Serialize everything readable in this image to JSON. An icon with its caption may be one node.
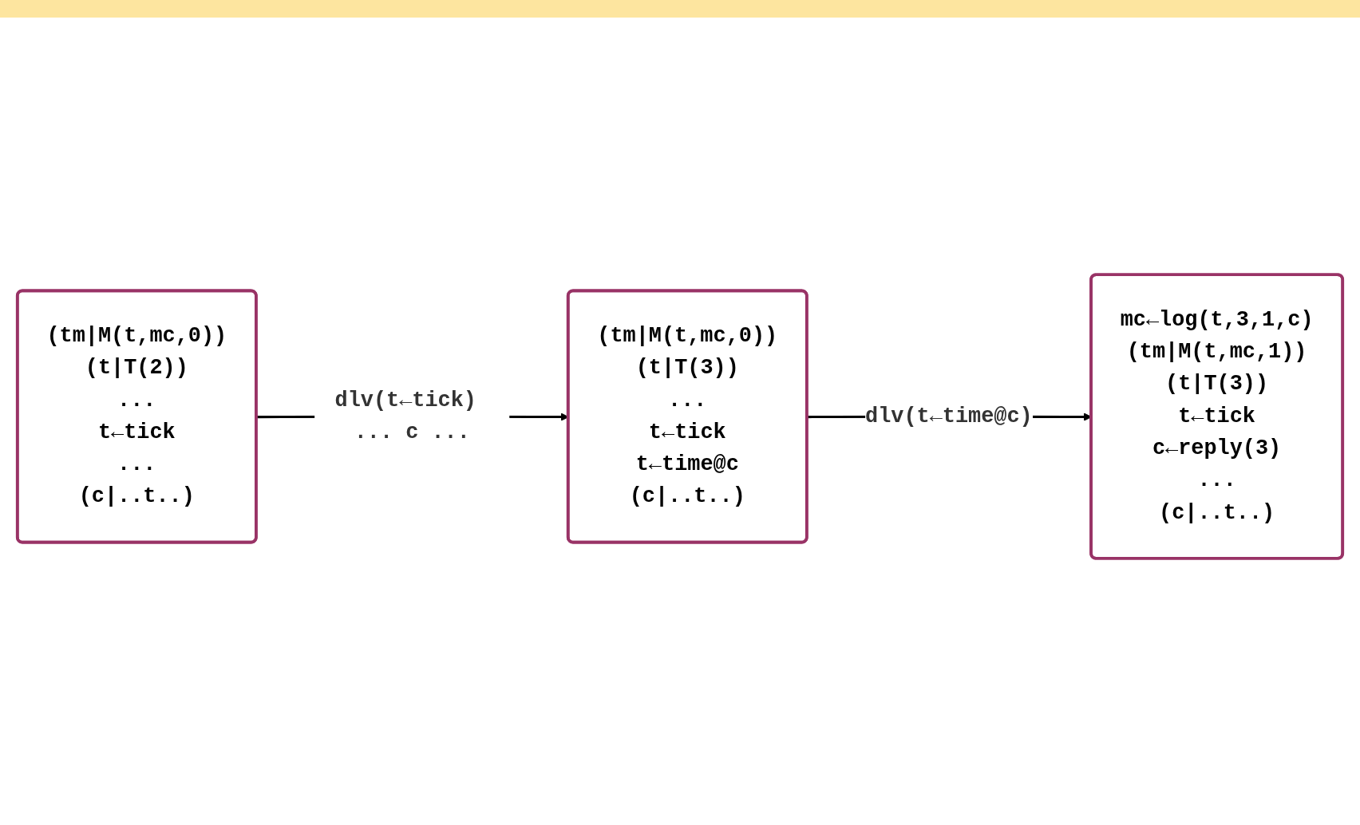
{
  "diagram": {
    "nodes": [
      {
        "text": [
          "(tm|M(t,mc,0))",
          "(t|T(2))",
          "...",
          "t←tick",
          "...",
          "(c|..t..)"
        ]
      },
      {
        "text": [
          "(tm|M(t,mc,0))",
          "(t|T(3))",
          "...",
          "t←tick",
          "t←time@c",
          "(c|..t..)"
        ]
      },
      {
        "text": [
          "mc←log(t,3,1,c)",
          "(tm|M(t,mc,1))",
          "(t|T(3))",
          "t←tick",
          "c←reply(3)",
          "...",
          "(c|..t..)"
        ]
      }
    ],
    "edges": [
      {
        "from": 0,
        "to": 1,
        "arrow": "to",
        "label": "dlv(t←tick) ... c ..."
      },
      {
        "from": 1,
        "to": 2,
        "arrow": "to",
        "label": "dlv(t←time@c)"
      }
    ]
  }
}
